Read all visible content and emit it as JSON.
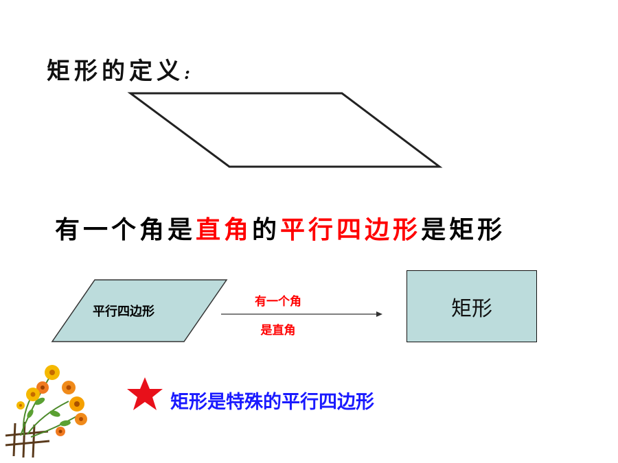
{
  "slide": {
    "title": "矩形的定义",
    "title_colon": ":",
    "definition": {
      "part1": "有一个角是",
      "part2": "直角",
      "part3": "的",
      "part4": "平行四边形",
      "part5": "是矩形"
    },
    "diagram": {
      "source_label": "平行四边形",
      "arrow_label_top": "有一个角",
      "arrow_label_bottom": "是直角",
      "target_label": "矩形"
    },
    "conclusion": "矩形是特殊的平行四边形"
  },
  "colors": {
    "highlight": "#ff0000",
    "conclusion": "#1a1aff",
    "shape_fill": "#bcdcdc",
    "star": "#e8101a"
  },
  "icons": [
    "star-icon",
    "flower-decoration"
  ]
}
